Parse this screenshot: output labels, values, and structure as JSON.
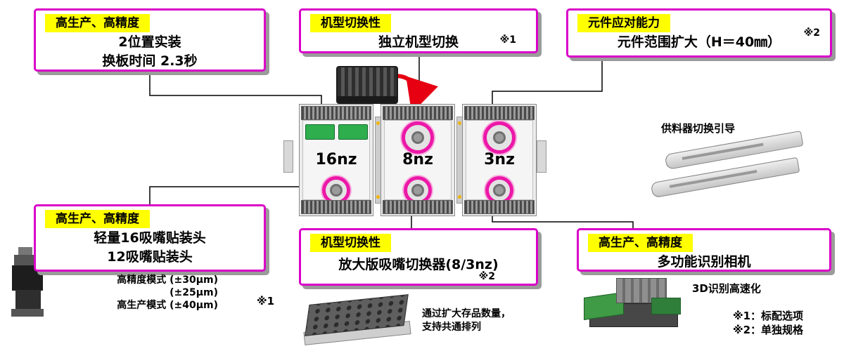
{
  "callouts": {
    "top_left": {
      "tag": "高生产、高精度",
      "line1": "2位置实装",
      "line2": "换板时间 2.3秒"
    },
    "top_middle": {
      "tag": "机型切换性",
      "line": "独立机型切换",
      "note": "※1"
    },
    "top_right": {
      "tag": "元件应对能力",
      "line": "元件范围扩大（H＝40㎜）",
      "note": "※2"
    },
    "bottom_left": {
      "tag": "高生产、高精度",
      "line1": "轻量16吸嘴贴装头",
      "line2": "12吸嘴贴装头"
    },
    "bottom_middle": {
      "tag": "机型切换性",
      "line": "放大版吸嘴切换器(8/3nz)",
      "note": "※2"
    },
    "bottom_right": {
      "tag": "高生产、高精度",
      "line": "多功能识别相机"
    }
  },
  "machine": {
    "modules": [
      {
        "label": "16nz"
      },
      {
        "label": "8nz"
      },
      {
        "label": "3nz"
      }
    ]
  },
  "labels": {
    "feeder_guide": "供料器切换引导",
    "precision1": "高精度模式 (±30μm)",
    "precision2": "(±25μm)",
    "precision3": "高生产模式 (±40μm)",
    "precision_note": "※1",
    "changer1": "通过扩大存品数量，",
    "changer2": "支持共通排列",
    "camera_3d": "3D识别高速化",
    "legend1": "※1：标配选项",
    "legend2": "※2：单独规格"
  },
  "colors": {
    "accent_border": "#da00c8",
    "tag_bg": "#ffff00",
    "nozzle_ring": "#ec18a8",
    "green_unit": "#2fae4e",
    "arrow_red": "#e60012",
    "shadow": "#9b9b9b"
  }
}
